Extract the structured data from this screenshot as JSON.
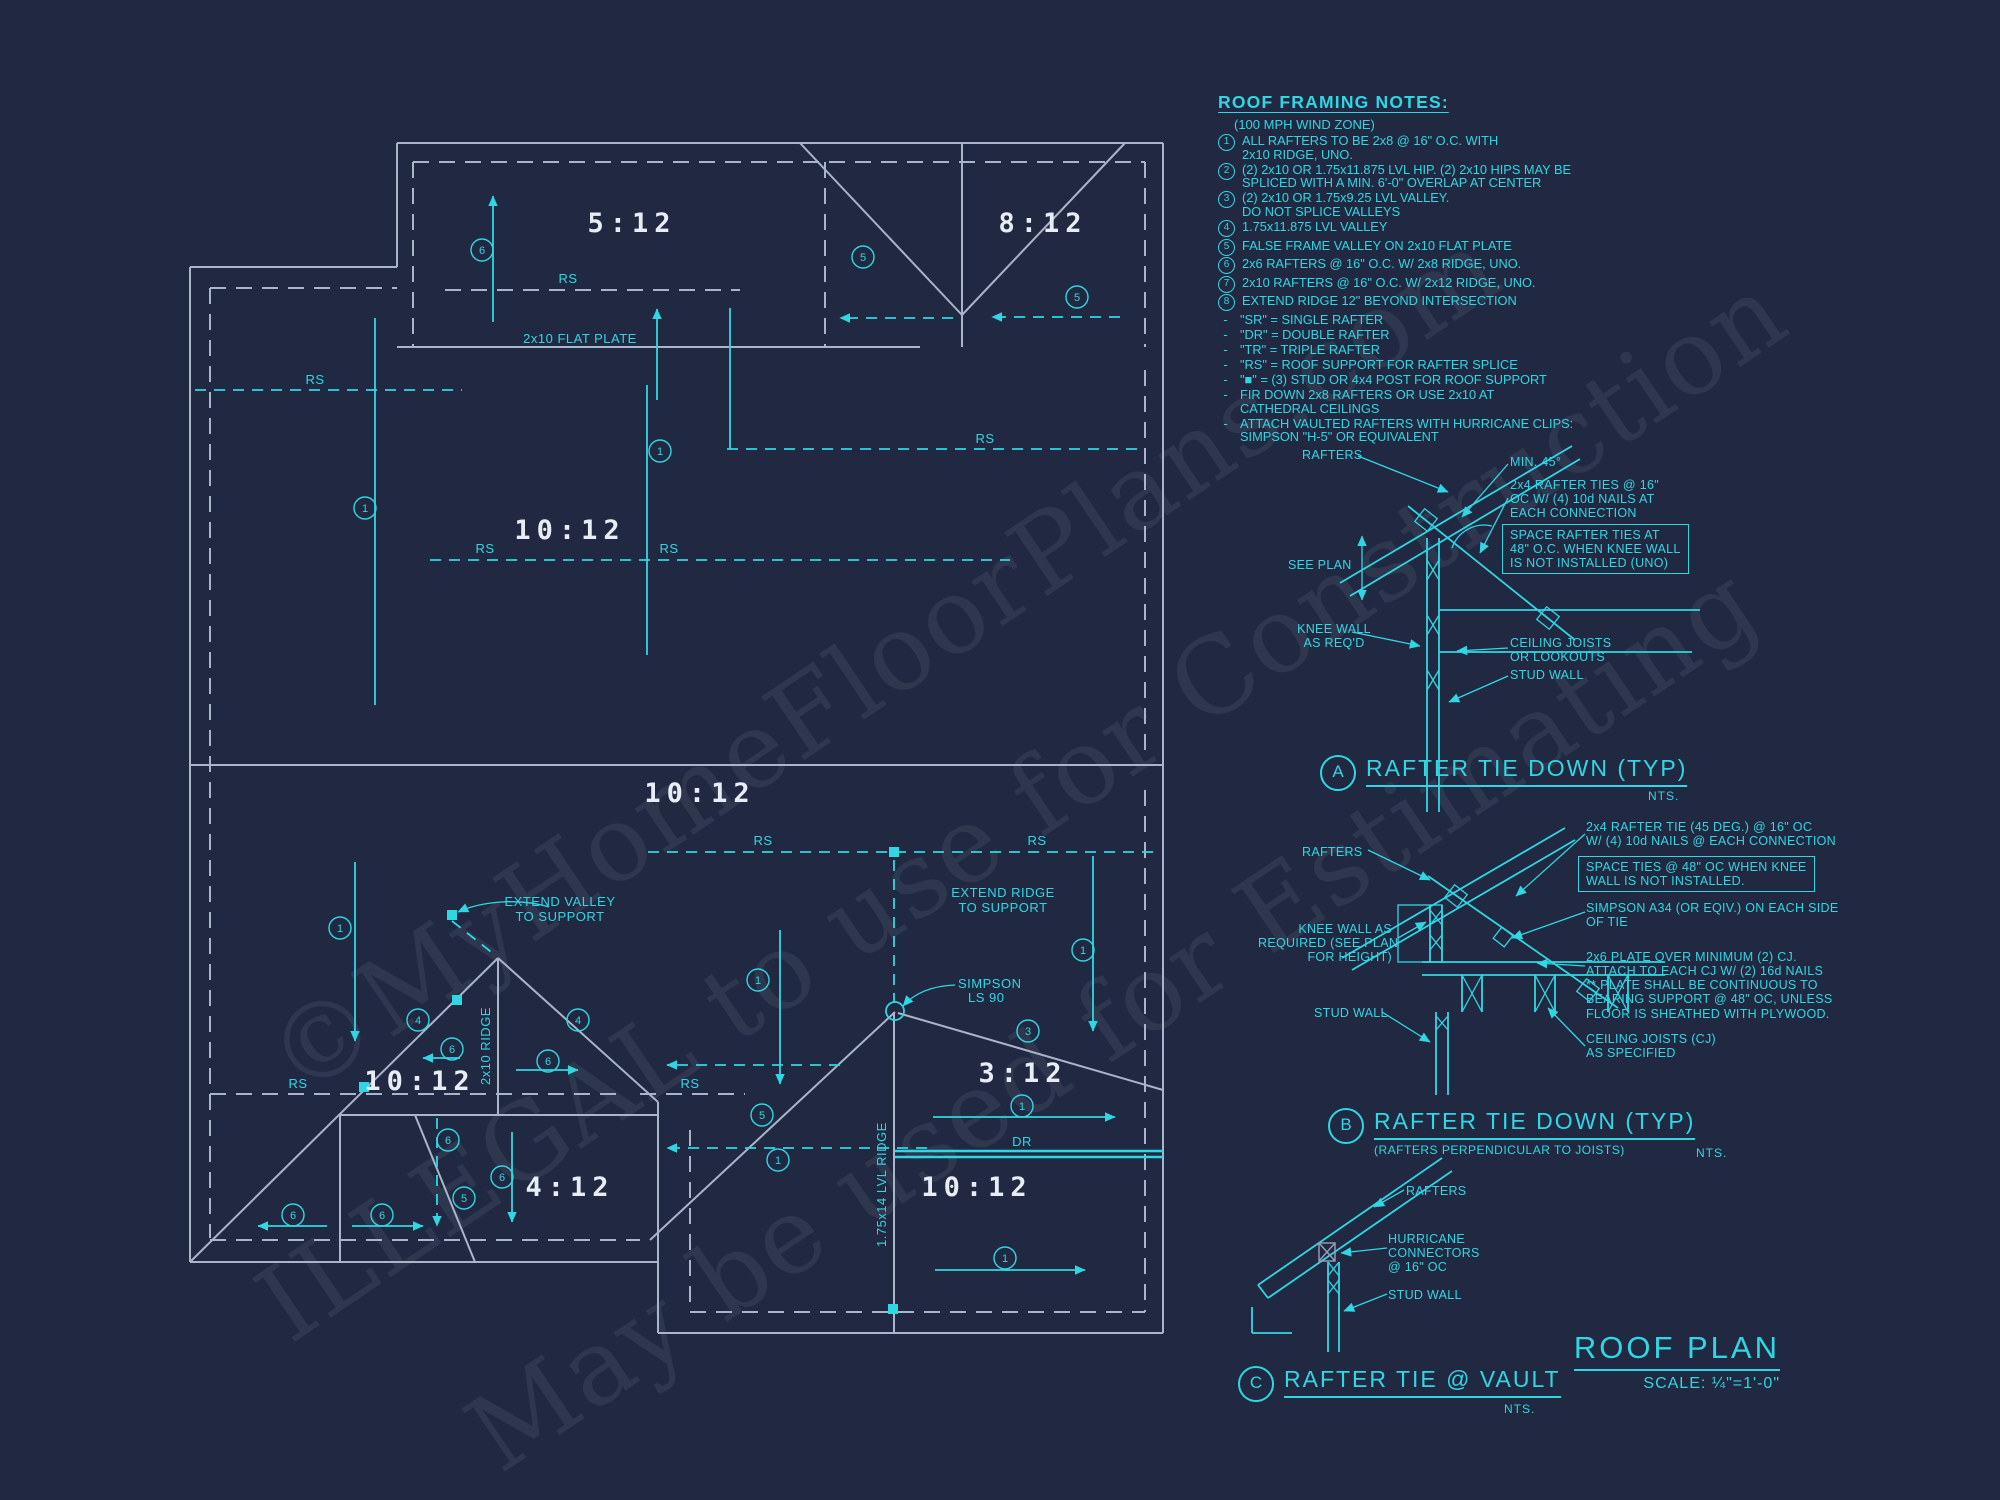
{
  "watermark": {
    "line1": "©MyHomeFloorPlans.com",
    "line2": "ILLEGAL to use for Construction",
    "line3": "May be used for Estimating"
  },
  "notes": {
    "heading": "ROOF FRAMING NOTES:",
    "subheading": "(100 MPH WIND ZONE)",
    "numbered": [
      {
        "n": "1",
        "lines": [
          "ALL RAFTERS TO BE 2x8 @ 16\" O.C. WITH",
          "2x10 RIDGE, UNO."
        ]
      },
      {
        "n": "2",
        "lines": [
          "(2) 2x10 OR 1.75x11.875 LVL HIP. (2) 2x10 HIPS MAY BE",
          "SPLICED WITH A MIN. 6'-0\" OVERLAP AT CENTER"
        ]
      },
      {
        "n": "3",
        "lines": [
          "(2) 2x10 OR 1.75x9.25 LVL VALLEY.",
          "DO NOT SPLICE VALLEYS"
        ]
      },
      {
        "n": "4",
        "lines": [
          "1.75x11.875 LVL VALLEY"
        ]
      },
      {
        "n": "5",
        "lines": [
          "FALSE FRAME VALLEY ON 2x10 FLAT PLATE"
        ]
      },
      {
        "n": "6",
        "lines": [
          "2x6 RAFTERS @ 16\" O.C. W/ 2x8 RIDGE, UNO."
        ]
      },
      {
        "n": "7",
        "lines": [
          "2x10 RAFTERS @ 16\" O.C. W/ 2x12 RIDGE, UNO."
        ]
      },
      {
        "n": "8",
        "lines": [
          "EXTEND RIDGE 12\" BEYOND INTERSECTION"
        ]
      }
    ],
    "dashed": [
      {
        "bullet": "-",
        "lines": [
          "\"SR\" = SINGLE RAFTER"
        ]
      },
      {
        "bullet": "-",
        "lines": [
          "\"DR\" = DOUBLE RAFTER"
        ]
      },
      {
        "bullet": "-",
        "lines": [
          "\"TR\" = TRIPLE RAFTER"
        ]
      },
      {
        "bullet": "-",
        "lines": [
          "\"RS\" = ROOF SUPPORT FOR RAFTER SPLICE"
        ]
      },
      {
        "bullet": "-",
        "lines": [
          "\"■\" = (3) STUD OR 4x4 POST FOR ROOF SUPPORT"
        ]
      },
      {
        "bullet": "-",
        "lines": [
          "FIR DOWN 2x8 RAFTERS OR USE 2x10 AT",
          "CATHEDRAL CEILINGS"
        ]
      },
      {
        "bullet": "-",
        "lines": [
          "ATTACH VAULTED RAFTERS WITH HURRICANE CLIPS:",
          "SIMPSON \"H-5\" OR EQUIVALENT"
        ]
      }
    ]
  },
  "plan": {
    "pitches": {
      "wing_left": "5:12",
      "wing_right": "8:12",
      "upper": "10:12",
      "lower_center": "10:12",
      "lower_left": "10:12",
      "four": "4:12",
      "three": "3:12",
      "lower_right": "10:12"
    },
    "labels": {
      "rs": "RS",
      "dr": "DR",
      "flat_plate": "2x10 FLAT PLATE",
      "ridge_2x10": "2x10 RIDGE",
      "lvl_ridge": "1.75x14 LVL RIDGE"
    },
    "markers": {
      "m1": "1",
      "m3": "3",
      "m4": "4",
      "m5": "5",
      "m6": "6"
    },
    "callouts": {
      "extend_valley": [
        "EXTEND VALLEY",
        "TO SUPPORT"
      ],
      "extend_ridge": [
        "EXTEND RIDGE",
        "TO SUPPORT"
      ],
      "simpson": [
        "SIMPSON",
        "LS 90"
      ]
    }
  },
  "details": {
    "a": {
      "letter": "A",
      "title": "RAFTER TIE DOWN (TYP)",
      "scale": "NTS.",
      "labels": {
        "rafters": "RAFTERS",
        "min45": "MIN. 45°",
        "tie_note": [
          "2x4 RAFTER TIES @ 16\"",
          "OC W/ (4) 10d NAILS AT",
          "EACH CONNECTION"
        ],
        "boxed": [
          "SPACE RAFTER TIES AT",
          "48\" O.C. WHEN KNEE WALL",
          "IS NOT INSTALLED (UNO)"
        ],
        "see_plan": "SEE PLAN",
        "knee_wall": [
          "KNEE WALL",
          "AS REQ'D"
        ],
        "ceiling": [
          "CEILING JOISTS",
          "OR LOOKOUTS"
        ],
        "stud_wall": "STUD WALL"
      }
    },
    "b": {
      "letter": "B",
      "title": "RAFTER TIE DOWN (TYP)",
      "subtitle": "(RAFTERS PERPENDICULAR TO JOISTS)",
      "scale": "NTS.",
      "labels": {
        "rafters": "RAFTERS",
        "tie_note": [
          "2x4 RAFTER TIE (45 DEG.) @ 16\" OC",
          "W/ (4) 10d NAILS @ EACH CONNECTION"
        ],
        "boxed": [
          "SPACE TIES @ 48\" OC WHEN KNEE",
          "WALL IS NOT INSTALLED."
        ],
        "simpson": [
          "SIMPSON A34 (OR EQIV.) ON EACH SIDE",
          "OF TIE"
        ],
        "plate": [
          "2x6 PLATE OVER MINIMUM (2) CJ.",
          "ATTACH TO EACH CJ W/ (2) 16d NAILS",
          "** PLATE SHALL BE CONTINUOUS TO",
          "BEARING SUPPORT @ 48\" OC, UNLESS",
          "FLOOR IS SHEATHED WITH PLYWOOD."
        ],
        "knee_wall": [
          "KNEE WALL AS",
          "REQUIRED (SEE PLAN",
          "FOR HEIGHT)"
        ],
        "stud_wall": "STUD WALL",
        "ceiling": [
          "CEILING JOISTS (CJ)",
          "AS SPECIFIED"
        ]
      }
    },
    "c": {
      "letter": "C",
      "title": "RAFTER TIE @ VAULT",
      "scale": "NTS.",
      "labels": {
        "rafters": "RAFTERS",
        "hurricane": [
          "HURRICANE",
          "CONNECTORS",
          "@ 16\" OC"
        ],
        "stud_wall": "STUD WALL"
      }
    }
  },
  "title_block": {
    "title": "ROOF PLAN",
    "scale": "SCALE: ¼\"=1'-0\""
  }
}
